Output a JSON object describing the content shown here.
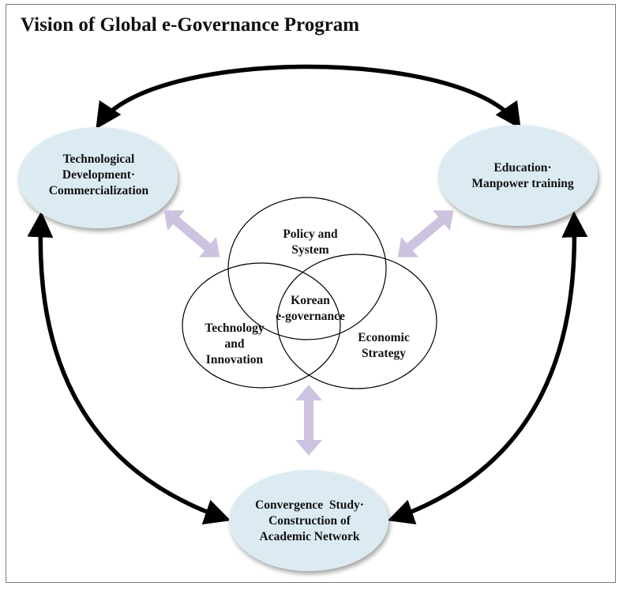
{
  "title": "Vision of Global e-Governance Program",
  "colors": {
    "ellipse_fill": "#dcebf2",
    "double_arrow": "#cdc3df",
    "connector": "#000000",
    "frame_border": "#7a7a7a"
  },
  "nodes": {
    "tech_dev": {
      "lines": [
        "Technological",
        "Development·",
        "Commercialization"
      ]
    },
    "education": {
      "lines": [
        "Education·",
        "Manpower training"
      ]
    },
    "convergence": {
      "lines": [
        "Convergence  Study·",
        "Construction of",
        "Academic Network"
      ]
    }
  },
  "venn": {
    "policy": {
      "lines": [
        "Policy and",
        "System"
      ]
    },
    "technology": {
      "lines": [
        "Technology",
        "and",
        "Innovation"
      ]
    },
    "economic": {
      "lines": [
        "Economic",
        "Strategy"
      ]
    },
    "center": {
      "lines": [
        "Korean",
        "e-governance"
      ]
    }
  }
}
